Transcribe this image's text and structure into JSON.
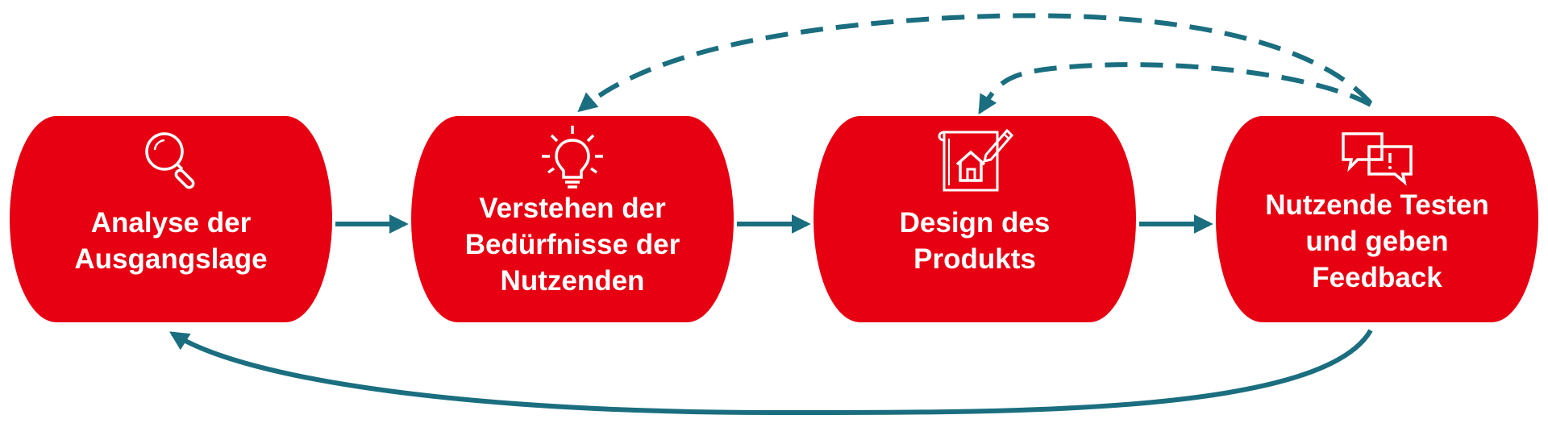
{
  "diagram": {
    "steps": [
      {
        "label_lines": [
          "Analyse der",
          "Ausgangslage"
        ],
        "icon": "magnifier-icon"
      },
      {
        "label_lines": [
          "Verstehen der",
          "Bedürfnisse der",
          "Nutzenden"
        ],
        "icon": "lightbulb-icon"
      },
      {
        "label_lines": [
          "Design des",
          "Produkts"
        ],
        "icon": "house-blueprint-icon"
      },
      {
        "label_lines": [
          "Nutzende Testen",
          "und geben",
          "Feedback"
        ],
        "icon": "speech-bubbles-icon"
      }
    ],
    "colors": {
      "box": "#e60012",
      "text": "#ffffff",
      "arrow": "#1a6e7f"
    }
  }
}
